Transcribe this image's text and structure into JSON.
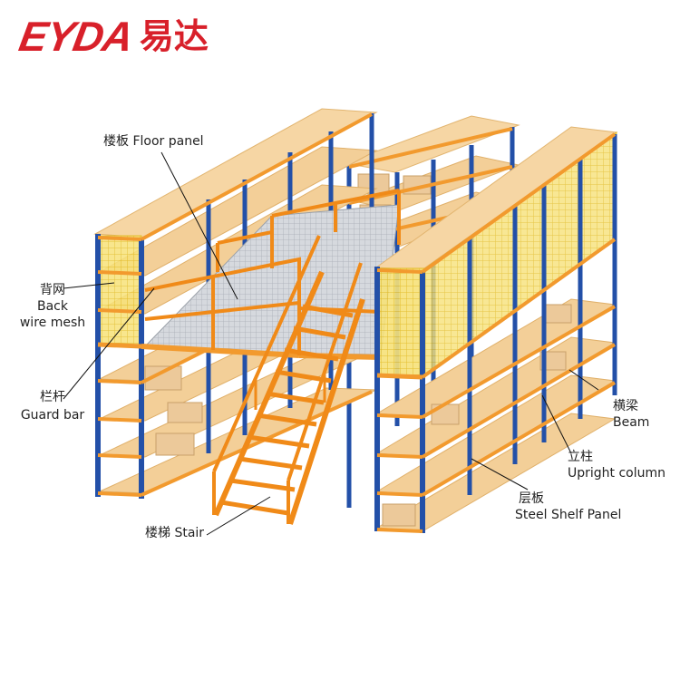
{
  "brand": {
    "latin": "EYDA",
    "chinese": "易达"
  },
  "colors": {
    "brand_red": "#d8202a",
    "upright_blue": "#2350a8",
    "beam_orange": "#f29a2e",
    "panel_wood": "#f6d6a4",
    "mesh_yellow": "#f2d23a",
    "stair_orange": "#f08a18",
    "floor_grey": "#c8ccd2"
  },
  "labels": {
    "floor_panel": "楼板 Floor panel",
    "back_mesh_cn": "背网",
    "back_mesh_en1": "Back",
    "back_mesh_en2": "wire mesh",
    "guard_cn": "栏杆",
    "guard_en": "Guard bar",
    "stair": "楼梯 Stair",
    "beam_cn": "横梁",
    "beam_en": "Beam",
    "upright_cn": "立柱",
    "upright_en": "Upright column",
    "shelf_cn": "层板",
    "shelf_en": "Steel Shelf Panel"
  }
}
